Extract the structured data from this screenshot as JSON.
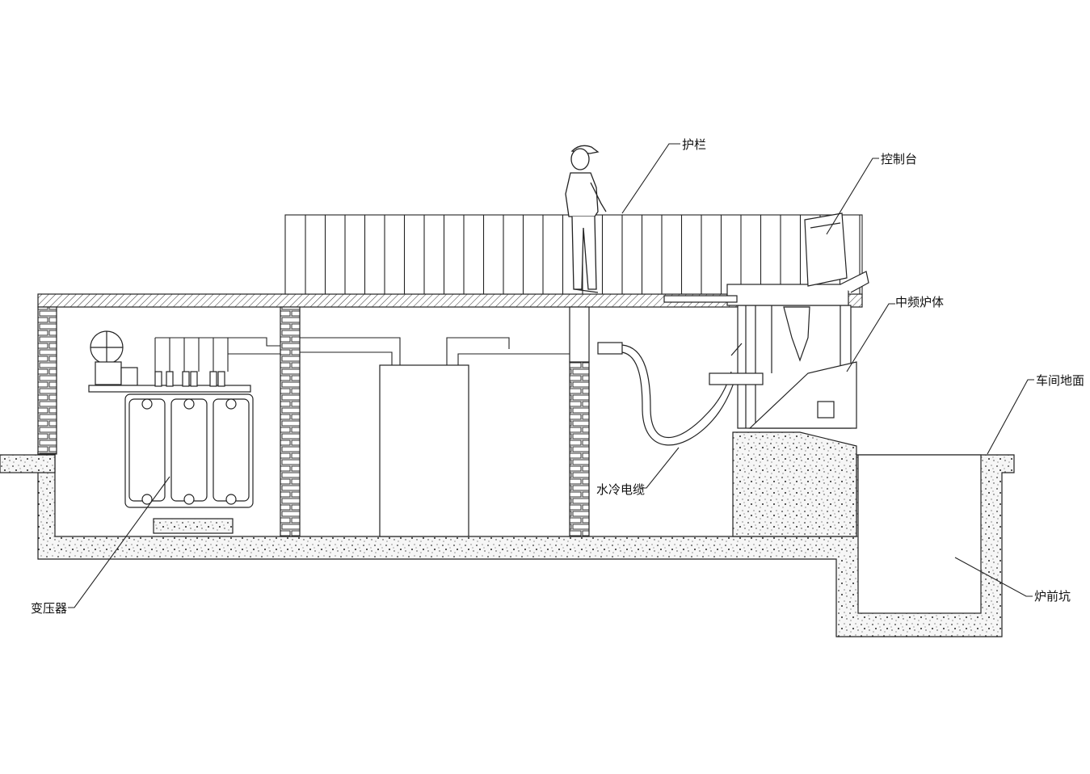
{
  "labels": {
    "guardrail": "护栏",
    "console": "控制台",
    "furnace_body": "中频炉体",
    "workshop_floor": "车间地面",
    "water_cooled_cable": "水冷电缆",
    "transformer": "变压器",
    "furnace_pit": "炉前坑"
  },
  "colors": {
    "line": "#222222",
    "concrete_fill": "#f4f4f4",
    "brick_fill": "#ffffff",
    "background": "#ffffff"
  }
}
